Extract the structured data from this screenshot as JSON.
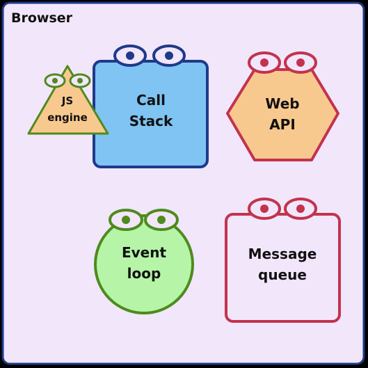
{
  "container": {
    "label": "Browser",
    "fill": "#f2e6fb",
    "stroke": "#1e3a8a"
  },
  "characters": {
    "js_engine": {
      "line1": "JS",
      "line2": "engine",
      "fill": "#f8c98f",
      "stroke": "#4f8a1d",
      "pupil": "#4f8a1d"
    },
    "call_stack": {
      "line1": "Call",
      "line2": "Stack",
      "fill": "#7fc4f2",
      "stroke": "#1e3a8a",
      "pupil": "#1e3a8a"
    },
    "web_api": {
      "line1": "Web",
      "line2": "API",
      "fill": "#f8c98f",
      "stroke": "#c2334d",
      "pupil": "#c2334d"
    },
    "event_loop": {
      "line1": "Event",
      "line2": "loop",
      "fill": "#b6f5a8",
      "stroke": "#4f8a1d",
      "pupil": "#4f8a1d"
    },
    "message_queue": {
      "line1": "Message",
      "line2": "queue",
      "fill": "#f2e6fb",
      "stroke": "#c2334d",
      "pupil": "#c2334d"
    }
  }
}
